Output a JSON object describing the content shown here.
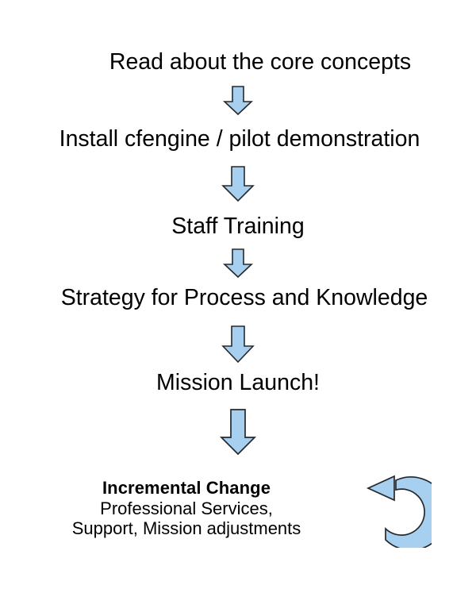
{
  "diagram": {
    "title": "CFEngine adoption roadmap flowchart",
    "orientation": "vertical top-to-bottom",
    "background_color": "#ffffff",
    "text_color": "#000000",
    "arrow_fill_color": "#a6cff0",
    "arrow_stroke_color": "#26282b",
    "steps": [
      {
        "label": "Read about the core concepts"
      },
      {
        "label": "Install cfengine / pilot demonstration"
      },
      {
        "label": "Staff Training"
      },
      {
        "label": "Strategy for Process and Knowledge"
      },
      {
        "label": "Mission Launch!"
      }
    ],
    "connectors": [
      {
        "icon": "down-arrow-icon",
        "size": "small"
      },
      {
        "icon": "down-arrow-icon",
        "size": "medium"
      },
      {
        "icon": "down-arrow-icon",
        "size": "small"
      },
      {
        "icon": "down-arrow-icon",
        "size": "medium"
      },
      {
        "icon": "down-arrow-icon",
        "size": "large"
      }
    ],
    "final_step": {
      "title": "Incremental Change",
      "lines": [
        "Professional Services,",
        "Support, Mission adjustments"
      ],
      "loop_icon": "curved-loop-arrow-icon"
    }
  }
}
